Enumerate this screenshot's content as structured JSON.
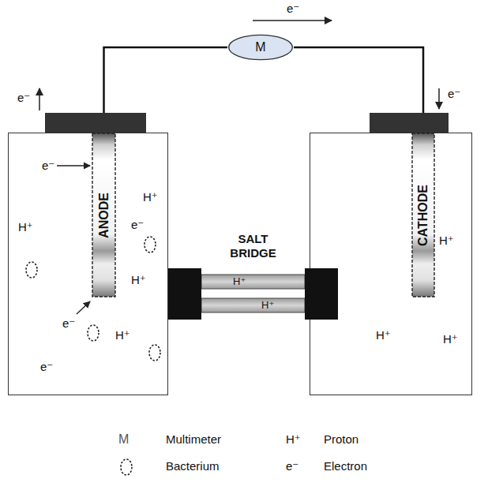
{
  "diagram": {
    "nodes": [
      {
        "text": [
          "e⁻",
          "H⁺",
          "e⁻",
          "H⁺",
          "H⁺",
          "e⁻",
          "H⁺",
          "e⁻"
        ]
      },
      {
        "text": [
          "ANODE"
        ],
        "in": 0
      },
      {
        "text": [
          "H⁺",
          "H⁺",
          "H⁺"
        ]
      },
      {
        "text": [
          "CATHODE"
        ],
        "in": 2
      },
      {
        "text": [
          "SALT BRIDGE",
          "H⁺",
          "H⁺"
        ]
      },
      {
        "text": [
          "M"
        ]
      }
    ],
    "edges": [
      {
        "from": 1,
        "to": 5,
        "arrow": "none"
      },
      {
        "from": 5,
        "to": 3,
        "arrow": "none"
      }
    ],
    "labels": [
      "e⁻",
      "e⁻",
      "e⁻",
      "M",
      "H⁺",
      "e⁻"
    ],
    "legend": [
      {
        "text": "Multimeter"
      },
      {
        "text": "Proton"
      },
      {
        "text": "Bacterium"
      },
      {
        "text": "Electron"
      }
    ]
  }
}
